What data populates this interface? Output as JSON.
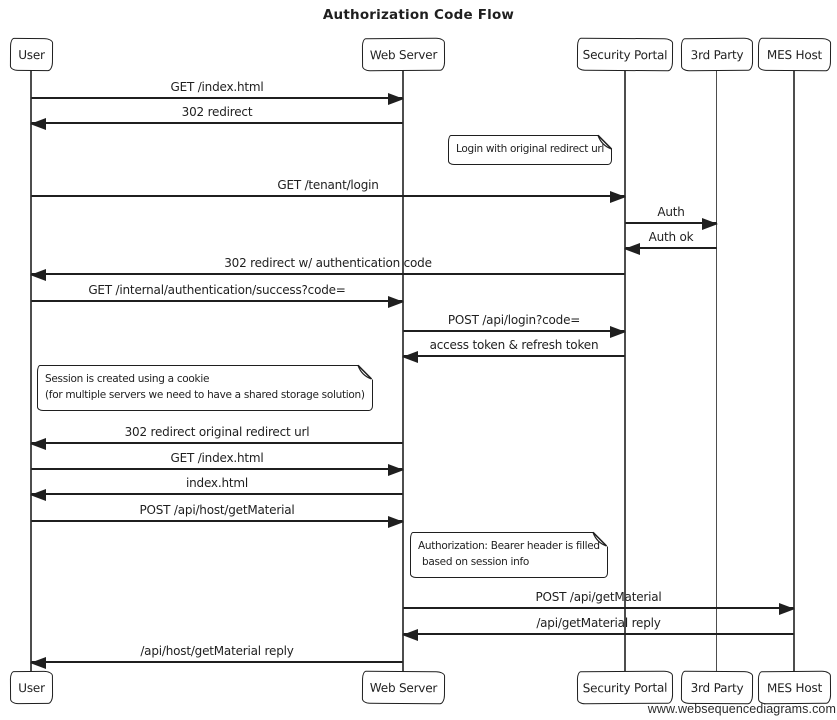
{
  "title": "Authorization Code Flow",
  "watermark": "www.websequencediagrams.com",
  "colors": {
    "ink": "#1f1f1f",
    "lifeline": "#4d4d4d",
    "background": "#ffffff"
  },
  "actors": [
    {
      "name": "User"
    },
    {
      "name": "Web Server"
    },
    {
      "name": "Security Portal"
    },
    {
      "name": "3rd Party"
    },
    {
      "name": "MES Host"
    }
  ],
  "messages": [
    {
      "label": "GET /index.html",
      "from": "User",
      "to": "Web Server"
    },
    {
      "label": "302 redirect",
      "from": "Web Server",
      "to": "User"
    },
    {
      "label": "GET /tenant/login",
      "from": "User",
      "to": "Security Portal"
    },
    {
      "label": "Auth",
      "from": "Security Portal",
      "to": "3rd Party"
    },
    {
      "label": "Auth ok",
      "from": "3rd Party",
      "to": "Security Portal"
    },
    {
      "label": "302 redirect w/ authentication code",
      "from": "Security Portal",
      "to": "User"
    },
    {
      "label": "GET /internal/authentication/success?code=",
      "from": "User",
      "to": "Web Server"
    },
    {
      "label": "POST /api/login?code=",
      "from": "Web Server",
      "to": "Security Portal"
    },
    {
      "label": "access token & refresh token",
      "from": "Security Portal",
      "to": "Web Server"
    },
    {
      "label": "302 redirect original redirect url",
      "from": "Web Server",
      "to": "User"
    },
    {
      "label": "GET /index.html",
      "from": "User",
      "to": "Web Server"
    },
    {
      "label": "index.html",
      "from": "Web Server",
      "to": "User"
    },
    {
      "label": "POST /api/host/getMaterial",
      "from": "User",
      "to": "Web Server"
    },
    {
      "label": "POST /api/getMaterial",
      "from": "Web Server",
      "to": "MES Host"
    },
    {
      "label": "/api/getMaterial reply",
      "from": "MES Host",
      "to": "Web Server"
    },
    {
      "label": "/api/host/getMaterial reply",
      "from": "Web Server",
      "to": "User"
    }
  ],
  "notes": [
    {
      "lines": [
        "Login with original redirect url"
      ]
    },
    {
      "lines": [
        "Session is created using a cookie",
        "(for multiple servers we need to have a shared storage solution)"
      ]
    },
    {
      "lines": [
        "Authorization: Bearer header is filled",
        "based on session info"
      ]
    }
  ]
}
